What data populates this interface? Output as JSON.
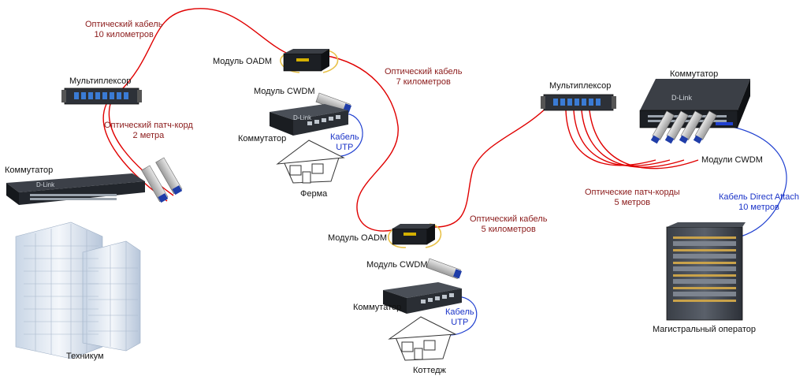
{
  "colors": {
    "fiber": "#e00000",
    "utp": "#2040d0",
    "fiber_label": "#8b1a1a",
    "utp_label": "#1a33c8",
    "device": "#262a30"
  },
  "labels": {
    "fiber_10km": "Оптический кабель\n10 километров",
    "fiber_7km": "Оптический кабель\n7 километров",
    "fiber_5km": "Оптический кабель\n5 километров",
    "patch_2m": "Оптический патч-корд\n2 метра",
    "patch_5m": "Оптические патч-корды\n5 метров",
    "direct_attach": "Кабель Direct Attach\n10 метров",
    "utp_farm": "Кабель\nUTP",
    "utp_cottage": "Кабель\nUTP",
    "mux_left": "Мультиплексор",
    "mux_right": "Мультиплексор",
    "switch_left": "Коммутатор",
    "switch_farm": "Коммутатор",
    "switch_cottage": "Коммутатор",
    "switch_right": "Коммутатор",
    "oadm_top": "Модуль OADM",
    "oadm_bottom": "Модуль OADM",
    "cwdm_top": "Модуль CWDM",
    "cwdm_bottom": "Модуль CWDM",
    "cwdm_modules": "Модули CWDM",
    "college": "Техникум",
    "farm": "Ферма",
    "cottage": "Коттедж",
    "operator": "Магистральный оператор",
    "brand_top": "D-Link",
    "brand_mid": "D-Link",
    "brand_right": "D-Link"
  }
}
